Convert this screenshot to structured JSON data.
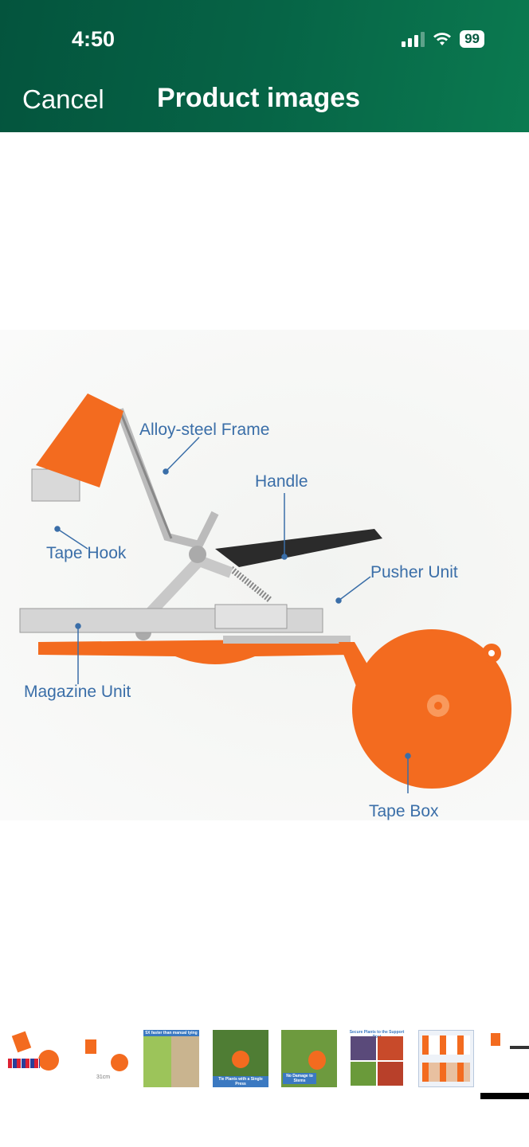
{
  "status_bar": {
    "time": "4:50",
    "battery": "99"
  },
  "nav": {
    "cancel_label": "Cancel",
    "title": "Product images"
  },
  "main_image": {
    "labels": {
      "frame": "Alloy-steel Frame",
      "handle": "Handle",
      "tape_hook": "Tape Hook",
      "pusher": "Pusher Unit",
      "magazine": "Magazine Unit",
      "tape_box": "Tape Box"
    },
    "colors": {
      "orange": "#f36b1f",
      "label": "#3a6ea8"
    }
  },
  "thumbnails": [
    {
      "caption": ""
    },
    {
      "caption": "31cm"
    },
    {
      "caption": "5X faster than manual tying"
    },
    {
      "caption": "Tie Plants with a Single Press"
    },
    {
      "caption": "No Damage to Stems"
    },
    {
      "caption": "Secure Plants to the Support Post"
    },
    {
      "caption": ""
    },
    {
      "caption": ""
    }
  ]
}
